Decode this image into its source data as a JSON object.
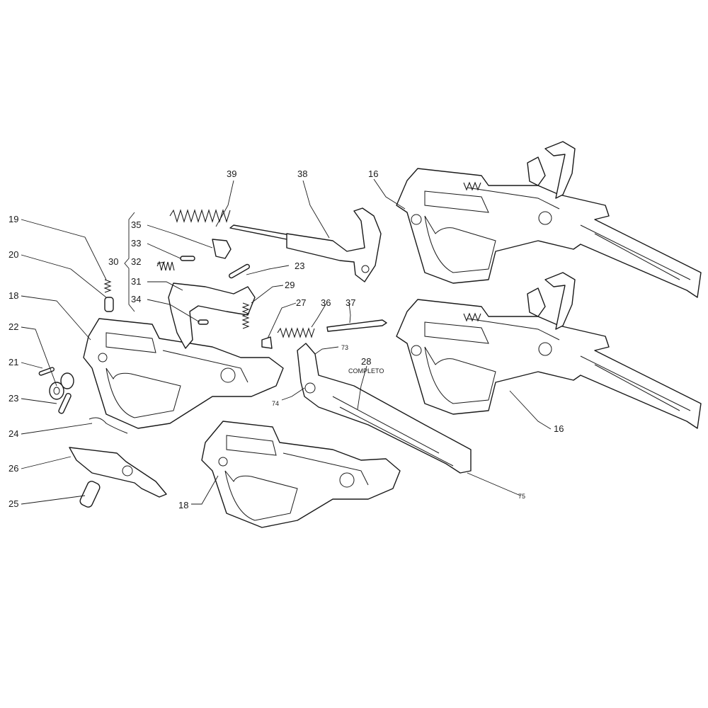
{
  "labels": {
    "p19": "19",
    "p20": "20",
    "p18a": "18",
    "p22": "22",
    "p21": "21",
    "p23a": "23",
    "p24": "24",
    "p26": "26",
    "p25": "25",
    "p18b": "18",
    "p35": "35",
    "p33": "33",
    "p32": "32",
    "p30": "30",
    "p31": "31",
    "p34": "34",
    "p39": "39",
    "p38": "38",
    "p23b": "23",
    "p29": "29",
    "p27": "27",
    "p36": "36",
    "p37": "37",
    "p73": "73",
    "p74": "74",
    "p28": "28",
    "p28sub": "COMPLETO",
    "p75": "75",
    "p16a": "16",
    "p16b": "16"
  }
}
